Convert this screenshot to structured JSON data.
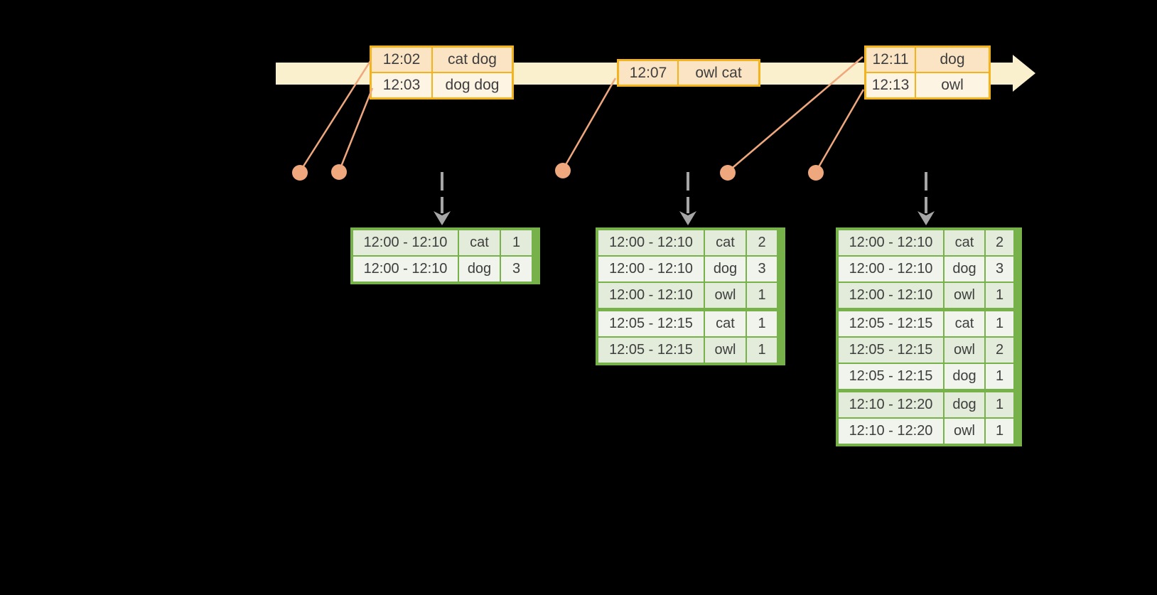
{
  "colors": {
    "background": "#000000",
    "timeline_band": "#FAF0CD",
    "event_table_border": "#F2B31C",
    "event_row_dark": "#FBE4C4",
    "event_row_light": "#FDF4E4",
    "connector_dot": "#EFA77D",
    "trigger_arrow": "#A6A6A6",
    "result_table_border": "#76B14A",
    "result_row_dark": "#E3ECDB",
    "result_row_light": "#F0F4EC",
    "table_text": "#3E3E3E"
  },
  "timeline": {
    "event_tables": [
      {
        "rows": [
          {
            "time": "12:02",
            "words": "cat dog"
          },
          {
            "time": "12:03",
            "words": "dog dog"
          }
        ]
      },
      {
        "rows": [
          {
            "time": "12:07",
            "words": "owl cat"
          }
        ]
      },
      {
        "rows": [
          {
            "time": "12:11",
            "words": "dog"
          },
          {
            "time": "12:13",
            "words": "owl"
          }
        ]
      }
    ]
  },
  "result_tables": [
    {
      "rows": [
        {
          "window": "12:00 - 12:10",
          "word": "cat",
          "count": "1"
        },
        {
          "window": "12:00 - 12:10",
          "word": "dog",
          "count": "3"
        }
      ]
    },
    {
      "rows": [
        {
          "window": "12:00 - 12:10",
          "word": "cat",
          "count": "2"
        },
        {
          "window": "12:00 - 12:10",
          "word": "dog",
          "count": "3"
        },
        {
          "window": "12:00 - 12:10",
          "word": "owl",
          "count": "1"
        },
        {
          "window": "12:05 - 12:15",
          "word": "cat",
          "count": "1"
        },
        {
          "window": "12:05 - 12:15",
          "word": "owl",
          "count": "1"
        }
      ]
    },
    {
      "rows": [
        {
          "window": "12:00 - 12:10",
          "word": "cat",
          "count": "2"
        },
        {
          "window": "12:00 - 12:10",
          "word": "dog",
          "count": "3"
        },
        {
          "window": "12:00 - 12:10",
          "word": "owl",
          "count": "1"
        },
        {
          "window": "12:05 - 12:15",
          "word": "cat",
          "count": "1"
        },
        {
          "window": "12:05 - 12:15",
          "word": "owl",
          "count": "2"
        },
        {
          "window": "12:05 - 12:15",
          "word": "dog",
          "count": "1"
        },
        {
          "window": "12:10 - 12:20",
          "word": "dog",
          "count": "1"
        },
        {
          "window": "12:10 - 12:20",
          "word": "owl",
          "count": "1"
        }
      ]
    }
  ]
}
